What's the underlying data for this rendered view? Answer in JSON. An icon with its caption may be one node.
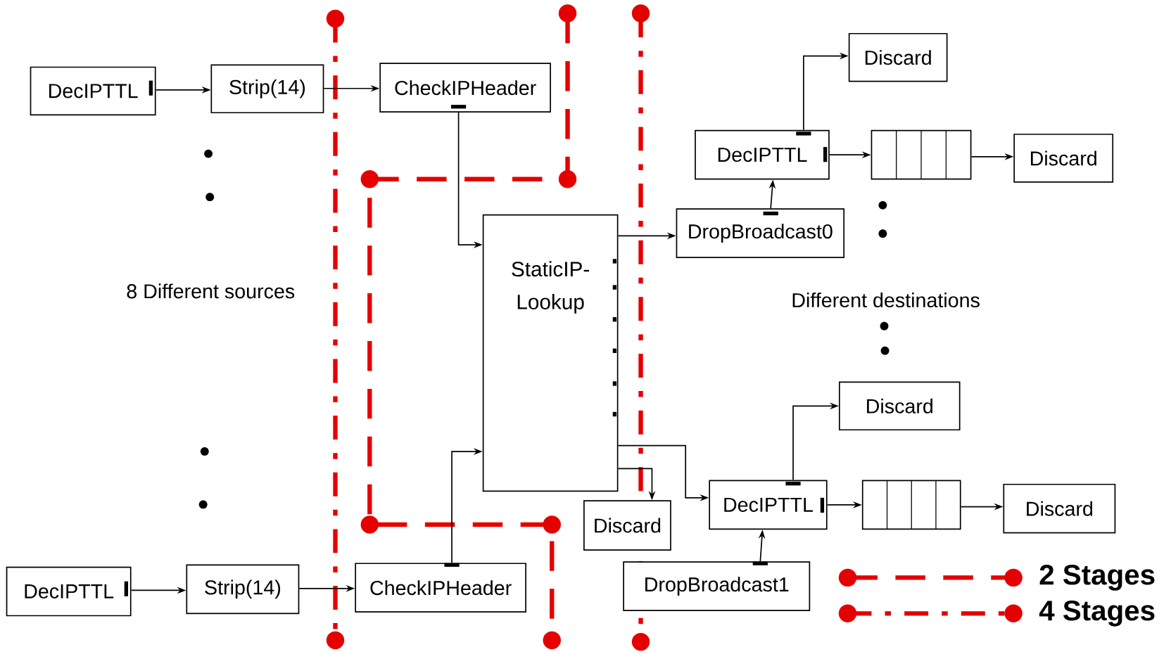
{
  "diagram": {
    "nodes": [
      {
        "text": [
          "DecIPTTL"
        ]
      },
      {
        "text": [
          "Strip(14)"
        ]
      },
      {
        "text": [
          "CheckIPHeader"
        ]
      },
      {
        "text": [
          "DecIPTTL"
        ]
      },
      {
        "text": [
          "Strip(14)"
        ]
      },
      {
        "text": [
          "CheckIPHeader"
        ]
      },
      {
        "text": [
          "StaticIP- Lookup"
        ]
      },
      {
        "text": [
          "Discard"
        ]
      },
      {
        "text": [
          "DecIPTTL"
        ]
      },
      {
        "text": [],
        "shape": "queue"
      },
      {
        "text": [
          "Discard"
        ]
      },
      {
        "text": [
          "DropBroadcast0"
        ]
      },
      {
        "text": [
          "Discard"
        ]
      },
      {
        "text": [
          "Discard"
        ]
      },
      {
        "text": [
          "DecIPTTL"
        ]
      },
      {
        "text": [],
        "shape": "queue"
      },
      {
        "text": [
          "Discard"
        ]
      },
      {
        "text": [
          "DropBroadcast1"
        ]
      }
    ],
    "edges": [
      {
        "from": 0,
        "to": 1,
        "arrow": "to"
      },
      {
        "from": 1,
        "to": 2,
        "arrow": "to"
      },
      {
        "from": 2,
        "to": 6,
        "arrow": "to"
      },
      {
        "from": 3,
        "to": 4,
        "arrow": "to"
      },
      {
        "from": 4,
        "to": 5,
        "arrow": "to"
      },
      {
        "from": 5,
        "to": 6,
        "arrow": "to"
      },
      {
        "from": 6,
        "to": 11,
        "arrow": "to"
      },
      {
        "from": 6,
        "to": 14,
        "arrow": "to"
      },
      {
        "from": 6,
        "to": 13,
        "arrow": "to"
      },
      {
        "from": 8,
        "to": 7,
        "arrow": "to"
      },
      {
        "from": 8,
        "to": 9,
        "arrow": "to"
      },
      {
        "from": 9,
        "to": 10,
        "arrow": "to"
      },
      {
        "from": 11,
        "to": 8,
        "arrow": "to"
      },
      {
        "from": 14,
        "to": 12,
        "arrow": "to"
      },
      {
        "from": 14,
        "to": 15,
        "arrow": "to"
      },
      {
        "from": 15,
        "to": 16,
        "arrow": "to"
      },
      {
        "from": 17,
        "to": 14,
        "arrow": "to"
      }
    ],
    "labels": [
      "8 Different sources",
      "Different destinations"
    ],
    "legend": [
      {
        "text": "2 Stages"
      },
      {
        "text": "4 Stages"
      }
    ]
  }
}
